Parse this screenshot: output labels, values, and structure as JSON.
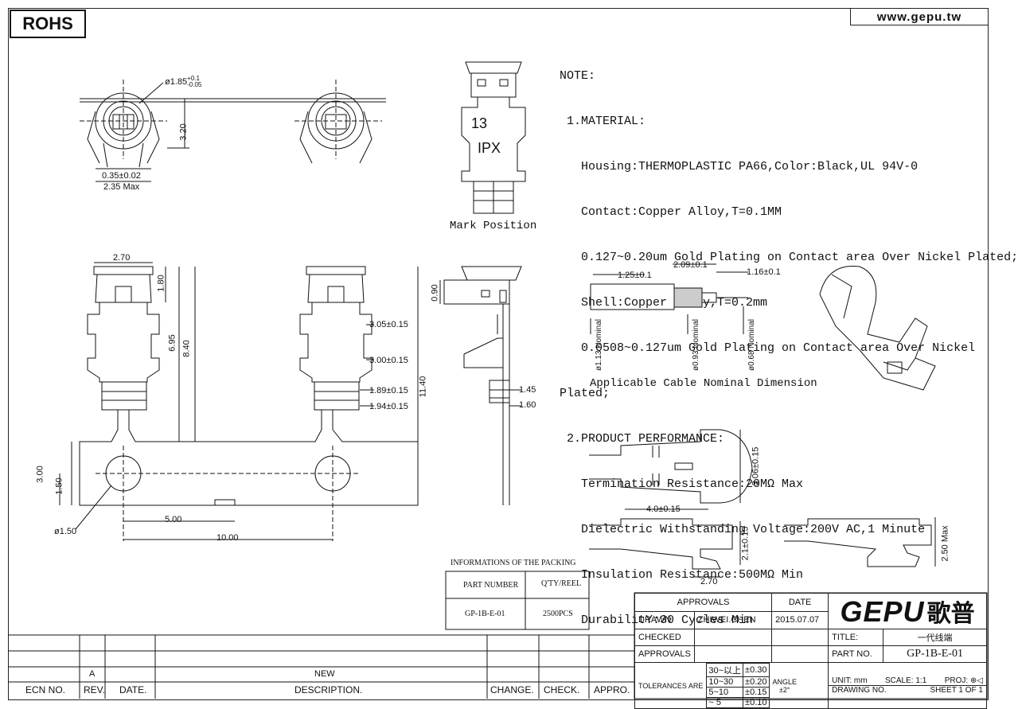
{
  "header": {
    "rohs": "ROHS",
    "website": "www.gepu.tw"
  },
  "notes": {
    "title": "NOTE:",
    "lines": [
      " 1.MATERIAL:",
      "   Housing:THERMOPLASTIC PA66,Color:Black,UL 94V-0",
      "   Contact:Copper Alloy,T=0.1MM",
      "   0.127~0.20um Gold Plating on Contact area Over Nickel Plated;",
      "   Shell:Copper Alloy,T=0.2mm",
      "   0.0508~0.127um Gold Plating on Contact area Over Nickel",
      "Plated;",
      " 2.PRODUCT PERFORMANCE:",
      "   Termination Resistance:20MΩ Max",
      "   Dielectric Withstanding Voltage:200V AC,1 Minute",
      "   Insulation Resistance:500MΩ Min",
      "   DurabilitY:30 Cycles Min"
    ]
  },
  "labels": {
    "mark_position": "Mark Position",
    "mark_13": "13",
    "mark_ipx": "IPX",
    "cable_caption": "Applicable Cable Nominal Dimension"
  },
  "dims": {
    "d185": "ø1.85",
    "d185_tol_top": "+0.1",
    "d185_tol_bot": "-0.05",
    "d320": "3.20",
    "d035": "0.35±0.02",
    "d235": "2.35 Max",
    "d270_top": "2.70",
    "d180": "1.80",
    "d695": "6.95",
    "d840": "8.40",
    "d305": "3.05±0.15",
    "d300": "3.00±0.15",
    "d189": "1.89±0.15",
    "d194": "1.94±0.15",
    "d1140": "11.40",
    "d300b": "3.00",
    "d150": "1.50",
    "d150dia": "ø1.50",
    "d500": "5.00",
    "d1000": "10.00",
    "d090": "0.90",
    "d145": "1.45",
    "d160": "1.60",
    "c125": "1.25±0.1",
    "c209": "2.09±0.1",
    "c116": "1.16±0.1",
    "c113": "ø1.13",
    "c093": "ø0.93",
    "c068": "ø0.68",
    "nominal": "Nominal",
    "b306": "3.06±0.15",
    "b40": "4.0±0.15",
    "b21": "2.1±0.15",
    "b270": "2.70",
    "b250": "2.50 Max"
  },
  "packing": {
    "title": "INFORMATIONS OF THE PACKING",
    "col1": "PART NUMBER",
    "col2": "Q'TY/REEL",
    "part": "GP-1B-E-01",
    "qty": "2500PCS"
  },
  "title_block": {
    "approvals": "APPROVALS",
    "date": "DATE",
    "drawn": "DRAWN",
    "drawn_by": "ZHIWEI.CHEN",
    "drawn_date": "2015.07.07",
    "checked": "CHECKED",
    "approvals2": "APPROVALS",
    "tolerances": "TOLERANCES ARE",
    "tol_rows": [
      [
        "30~以上",
        "±0.30"
      ],
      [
        "10~30",
        "±0.20"
      ],
      [
        "5~10",
        "±0.15"
      ],
      [
        "~ 5",
        "±0.10"
      ]
    ],
    "angle": "ANGLE",
    "angle_val": "±2°",
    "logo": "GEPU",
    "logo_cn": "歌普",
    "title_label": "TITLE:",
    "title_value": "一代线端",
    "part_label": "PART NO.",
    "part_value": "GP-1B-E-01",
    "unit": "UNIT:  mm",
    "scale": "SCALE:  1:1",
    "proj": "PROJ:",
    "drawing_no": "DRAWING NO.",
    "sheet": "SHEET  1 OF 1"
  },
  "revision": {
    "rev": "A",
    "new": "NEW",
    "ecn": "ECN NO.",
    "rev_h": "REV.",
    "date_h": "DATE.",
    "desc_h": "DESCRIPTION.",
    "change_h": "CHANGE.",
    "check_h": "CHECK.",
    "appro_h": "APPRO."
  }
}
